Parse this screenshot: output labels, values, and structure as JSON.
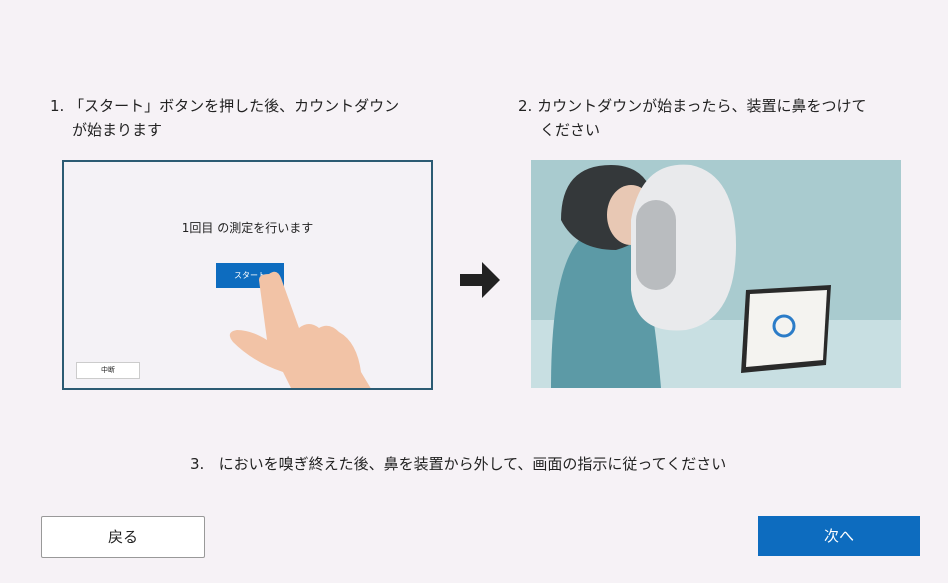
{
  "steps": [
    {
      "num": "1.",
      "line1": "「スタート」ボタンを押した後、カウントダウン",
      "line2": "が始まります"
    },
    {
      "num": "2.",
      "line1": "カウントダウンが始まったら、装置に鼻をつけて",
      "line2": "ください"
    },
    {
      "num": "3.",
      "line1": "においを嗅ぎ終えた後、鼻を装置から外して、画面の指示に従ってください"
    }
  ],
  "screen": {
    "message": "1回目 の測定を行います",
    "start": "スタート",
    "stop": "中断"
  },
  "nav": {
    "back": "戻る",
    "next": "次へ"
  },
  "colors": {
    "accent": "#0d6cbf",
    "frame": "#2b5b73"
  }
}
